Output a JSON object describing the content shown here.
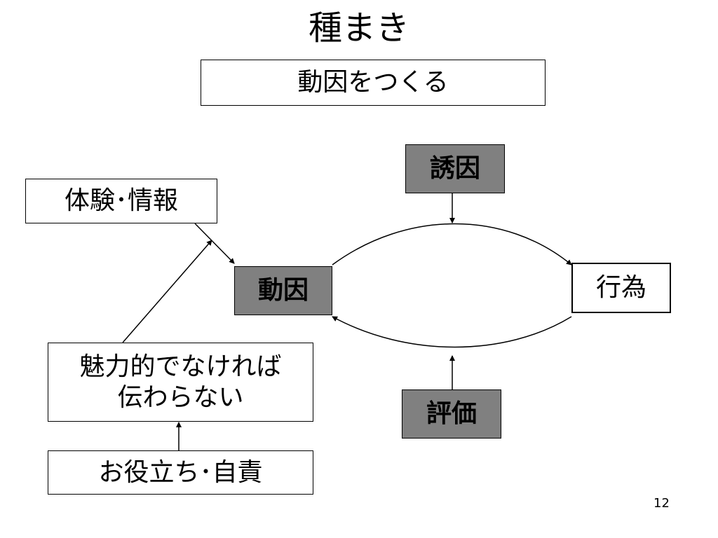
{
  "slide": {
    "title": "種まき",
    "subtitle": "動因をつくる",
    "page_number": "12"
  },
  "nodes": {
    "taiken": "体験･情報",
    "yuin": "誘因",
    "douin": "動因",
    "koui": "行為",
    "miryoku_line1": "魅力的でなければ",
    "miryoku_line2": "伝わらない",
    "hyouka": "評価",
    "oyaku": "お役立ち･自責"
  },
  "colors": {
    "gray_box": "#808080",
    "line": "#000000"
  }
}
